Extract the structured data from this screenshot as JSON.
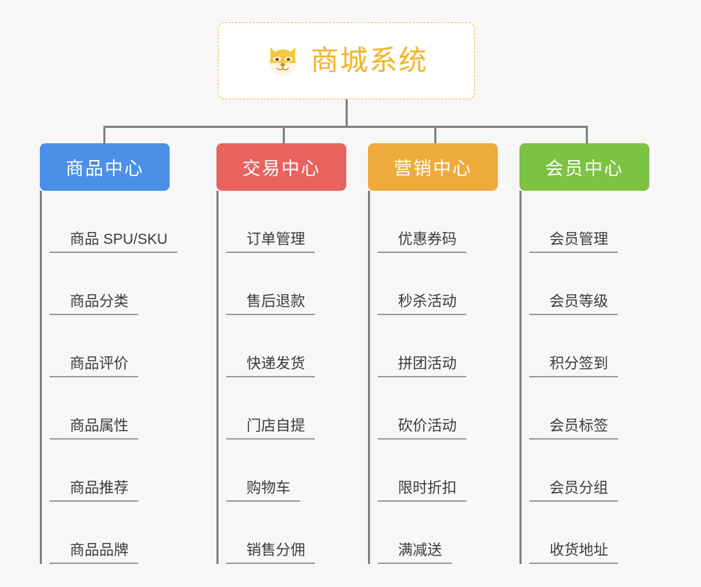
{
  "background_color": "#f7f7f7",
  "root": {
    "title": "商城系统",
    "icon": "dog-face-emoji",
    "text_color": "#f0b429",
    "border_color": "#e8b44a"
  },
  "connector_color": "#808080",
  "categories": [
    {
      "label": "商品中心",
      "color": "#4a90e8",
      "items": [
        "商品 SPU/SKU",
        "商品分类",
        "商品评价",
        "商品属性",
        "商品推荐",
        "商品品牌"
      ]
    },
    {
      "label": "交易中心",
      "color": "#e8635e",
      "items": [
        "订单管理",
        "售后退款",
        "快递发货",
        "门店自提",
        "购物车",
        "销售分佣"
      ]
    },
    {
      "label": "营销中心",
      "color": "#eeab3b",
      "items": [
        "优惠券码",
        "秒杀活动",
        "拼团活动",
        "砍价活动",
        "限时折扣",
        "满减送"
      ]
    },
    {
      "label": "会员中心",
      "color": "#7dc242",
      "items": [
        "会员管理",
        "会员等级",
        "积分签到",
        "会员标签",
        "会员分组",
        "收货地址"
      ]
    }
  ]
}
